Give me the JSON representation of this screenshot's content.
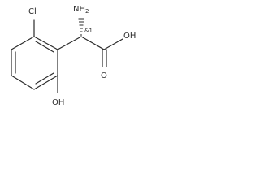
{
  "molecule": {
    "atoms": {
      "chlorine": "Cl",
      "amine": "NH2",
      "carboxylic_acid": "OH",
      "carbonyl_oxygen": "O",
      "phenol": "OH"
    },
    "stereo_descriptor": "&1"
  }
}
